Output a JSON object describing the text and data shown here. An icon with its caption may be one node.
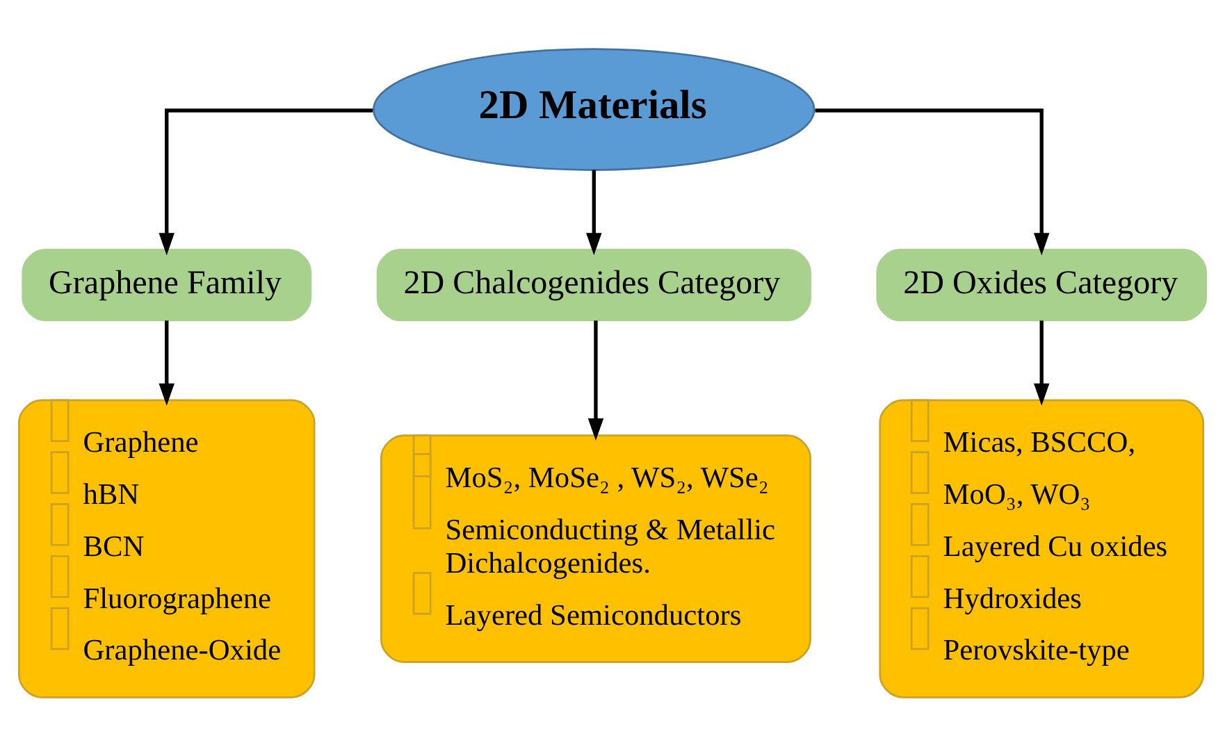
{
  "diagram": {
    "nodes": [
      {
        "text": [
          "2D Materials"
        ]
      },
      {
        "text": [
          "Graphene Family"
        ]
      },
      {
        "text": [
          "2D Chalcogenides Category"
        ]
      },
      {
        "text": [
          "2D Oxides Category"
        ]
      },
      {
        "text": [
          "Graphene",
          "hBN",
          "BCN",
          "Fluorographene",
          "Graphene-Oxide"
        ]
      },
      {
        "text": [
          "MoS₂, MoSe₂ , WS₂, WSe₂",
          "Semiconducting & Metallic Dichalcogenides.",
          "Layered Semiconductors"
        ]
      },
      {
        "text": [
          "Micas, BSCCO,",
          "MoO₃, WO₃",
          "Layered Cu oxides",
          "Hydroxides",
          "Perovskite-type"
        ]
      }
    ],
    "edges": [
      {
        "from": 0,
        "to": 1,
        "arrow": "to"
      },
      {
        "from": 0,
        "to": 2,
        "arrow": "to"
      },
      {
        "from": 0,
        "to": 3,
        "arrow": "to"
      },
      {
        "from": 1,
        "to": 4,
        "arrow": "to"
      },
      {
        "from": 2,
        "to": 5,
        "arrow": "to"
      },
      {
        "from": 3,
        "to": 6,
        "arrow": "to"
      }
    ]
  }
}
